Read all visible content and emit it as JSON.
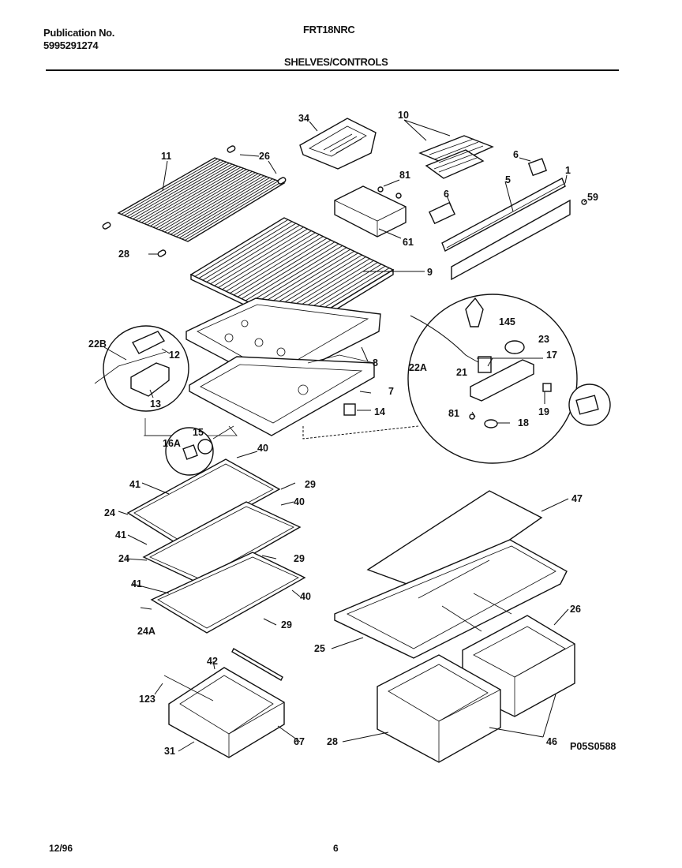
{
  "header": {
    "publication_label": "Publication No.",
    "publication_number": "5995291274",
    "model": "FRT18NRC",
    "section_title": "SHELVES/CONTROLS"
  },
  "diagram": {
    "drawing_code": "P05S0588",
    "part_labels": [
      "34",
      "10",
      "11",
      "26",
      "6",
      "81",
      "5",
      "1",
      "59",
      "6",
      "61",
      "28",
      "9",
      "22B",
      "12",
      "145",
      "23",
      "8",
      "17",
      "22A",
      "21",
      "7",
      "13",
      "14",
      "81",
      "19",
      "18",
      "16A",
      "15",
      "40",
      "41",
      "29",
      "40",
      "24",
      "47",
      "41",
      "24",
      "29",
      "41",
      "40",
      "29",
      "24A",
      "26",
      "25",
      "42",
      "123",
      "67",
      "31",
      "28",
      "46"
    ]
  },
  "footer": {
    "date": "12/96",
    "page": "6"
  }
}
